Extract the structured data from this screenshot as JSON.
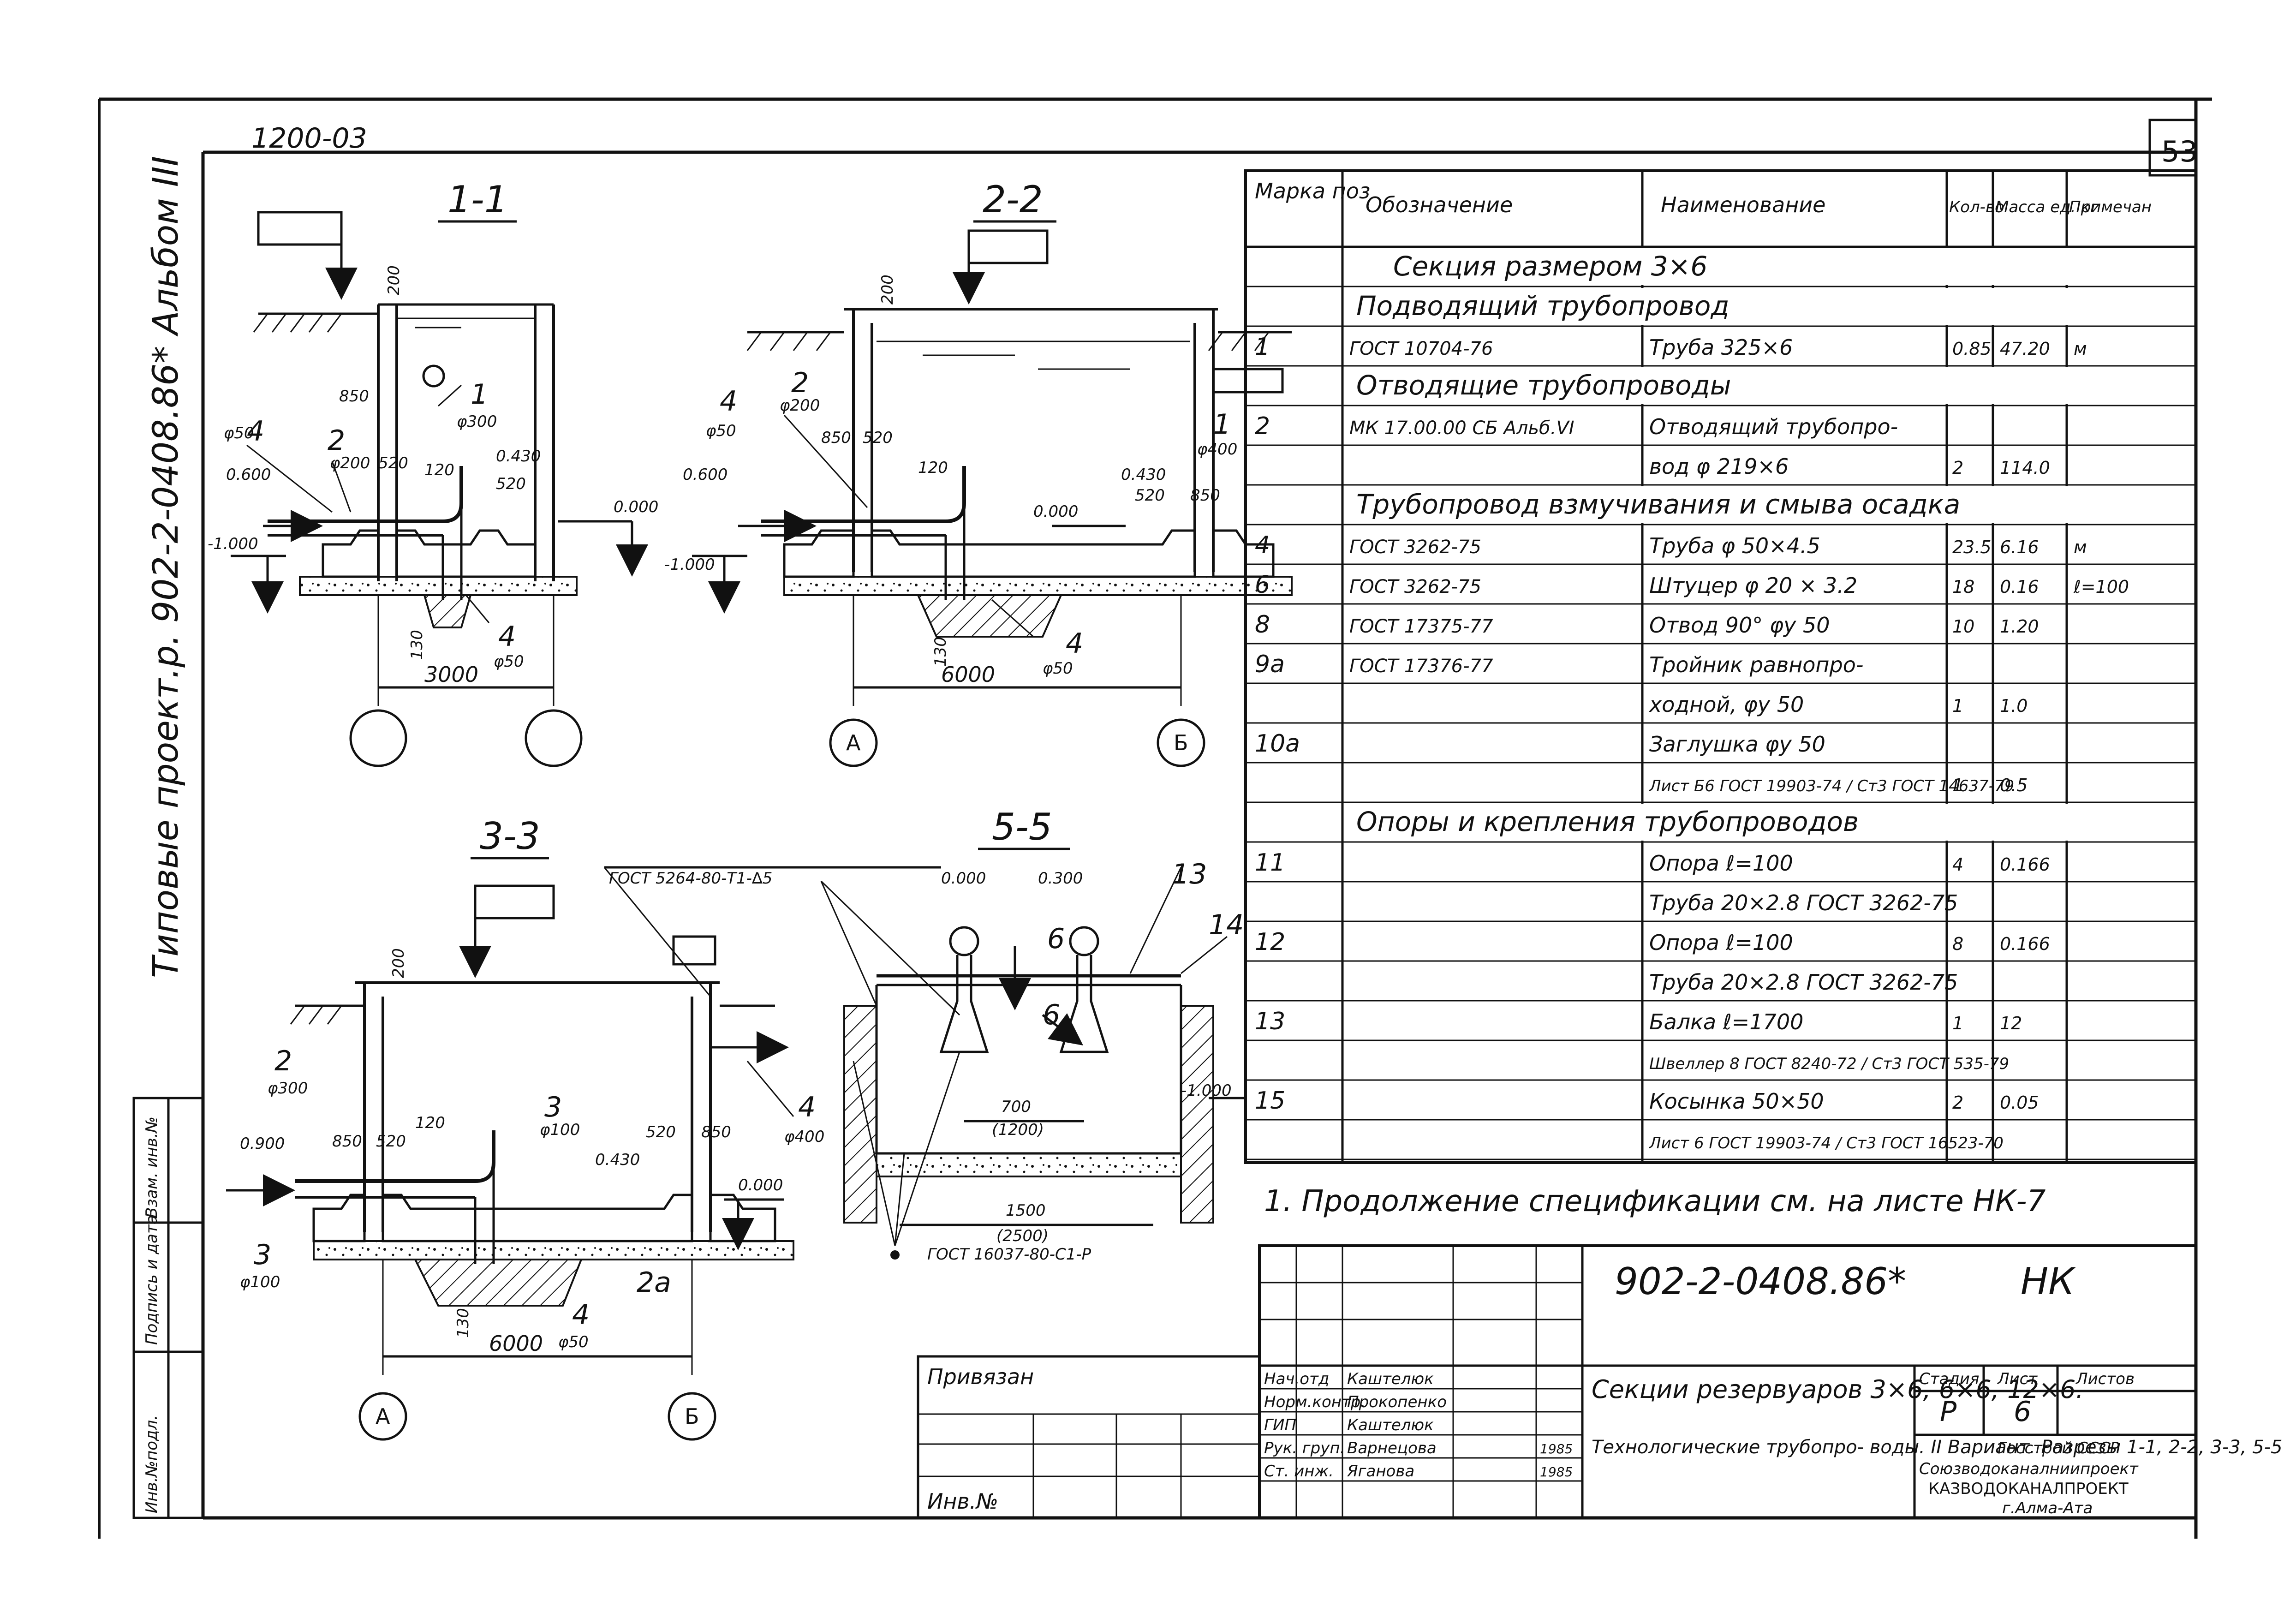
{
  "sheet": {
    "header_code": "1200-03",
    "page_number": "53",
    "side_title": "Типовые проект.р. 902-2-0408.86* Альбом III",
    "left_stamp": [
      "Инв.№подл.",
      "Подпись и дата",
      "Взам. инв.№"
    ]
  },
  "sections": {
    "s1": {
      "title": "1-1",
      "labels": [
        "200",
        "850",
        "1",
        "φ300",
        "4",
        "φ50",
        "2",
        "φ200",
        "520",
        "120",
        "0.430",
        "520",
        "0.600",
        "-1.000",
        "0.000",
        "130",
        "4",
        "φ50",
        "3000"
      ]
    },
    "s2": {
      "title": "2-2",
      "labels": [
        "200",
        "2",
        "φ200",
        "4",
        "φ50",
        "850",
        "520",
        "120",
        "0.430",
        "520",
        "850",
        "1",
        "φ400",
        "0.600",
        "-1.000",
        "0.000",
        "130",
        "4",
        "φ50",
        "6000",
        "А",
        "Б"
      ]
    },
    "s3": {
      "title": "3-3",
      "gost_note": "ГОСТ 5264-80-Т1-∆5",
      "labels": [
        "200",
        "2",
        "φ300",
        "0.900",
        "850",
        "520",
        "120",
        "3",
        "φ100",
        "0.430",
        "520",
        "850",
        "4",
        "φ400",
        "0.000",
        "3",
        "φ100",
        "130",
        "4",
        "φ50",
        "2а",
        "6000",
        "А",
        "Б"
      ]
    },
    "s5": {
      "title": "5-5",
      "labels": [
        "0.000",
        "0.300",
        "13",
        "14",
        "6",
        "6",
        "700",
        "(1200)",
        "-1.000",
        "1500",
        "(2500)"
      ],
      "gost_note": "ГОСТ 16037-80-С1-Р"
    }
  },
  "spec_table": {
    "headers": [
      "Марка поз",
      "Обозначение",
      "Наименование",
      "Кол-во",
      "Масса ед. кг",
      "Примечан"
    ],
    "rows": [
      {
        "type": "title",
        "text": "Секция размером 3×6"
      },
      {
        "type": "group",
        "text": "Подводящий трубопровод"
      },
      {
        "type": "item",
        "pos": "1",
        "desig": "ГОСТ 10704-76",
        "name": "Труба 325×6",
        "qty": "0.85",
        "mass": "47.20",
        "note": "м"
      },
      {
        "type": "group",
        "text": "Отводящие трубопроводы"
      },
      {
        "type": "item",
        "pos": "2",
        "desig": "МК 17.00.00 СБ Альб.VI",
        "name": "Отводящий трубопро-",
        "qty": "",
        "mass": "",
        "note": ""
      },
      {
        "type": "item",
        "pos": "",
        "desig": "",
        "name": "вод φ 219×6",
        "qty": "2",
        "mass": "114.0",
        "note": ""
      },
      {
        "type": "group",
        "text": "Трубопровод взмучивания и смыва осадка"
      },
      {
        "type": "item",
        "pos": "4",
        "desig": "ГОСТ 3262-75",
        "name": "Труба φ 50×4.5",
        "qty": "23.5",
        "mass": "6.16",
        "note": "м"
      },
      {
        "type": "item",
        "pos": "6",
        "desig": "ГОСТ 3262-75",
        "name": "Штуцер φ 20 × 3.2",
        "qty": "18",
        "mass": "0.16",
        "note": "ℓ=100"
      },
      {
        "type": "item",
        "pos": "8",
        "desig": "ГОСТ 17375-77",
        "name": "Отвод 90° φу 50",
        "qty": "10",
        "mass": "1.20",
        "note": ""
      },
      {
        "type": "item",
        "pos": "9а",
        "desig": "ГОСТ 17376-77",
        "name": "Тройник равнопро-",
        "qty": "",
        "mass": "",
        "note": ""
      },
      {
        "type": "item",
        "pos": "",
        "desig": "",
        "name": "ходной, φу 50",
        "qty": "1",
        "mass": "1.0",
        "note": ""
      },
      {
        "type": "item",
        "pos": "10а",
        "desig": "",
        "name": "Заглушка φу 50",
        "qty": "",
        "mass": "",
        "note": ""
      },
      {
        "type": "item",
        "pos": "",
        "desig": "",
        "name": "Лист Б6 ГОСТ 19903-74 / Ст3 ГОСТ 14637-79",
        "qty": "1",
        "mass": "0.5",
        "note": ""
      },
      {
        "type": "group",
        "text": "Опоры и крепления трубопроводов"
      },
      {
        "type": "item",
        "pos": "11",
        "desig": "",
        "name": "Опора ℓ=100",
        "qty": "4",
        "mass": "0.166",
        "note": ""
      },
      {
        "type": "item",
        "pos": "",
        "desig": "",
        "name": "Труба 20×2.8 ГОСТ 3262-75",
        "qty": "",
        "mass": "",
        "note": ""
      },
      {
        "type": "item",
        "pos": "12",
        "desig": "",
        "name": "Опора ℓ=100",
        "qty": "8",
        "mass": "0.166",
        "note": ""
      },
      {
        "type": "item",
        "pos": "",
        "desig": "",
        "name": "Труба 20×2.8 ГОСТ 3262-75",
        "qty": "",
        "mass": "",
        "note": ""
      },
      {
        "type": "item",
        "pos": "13",
        "desig": "",
        "name": "Балка ℓ=1700",
        "qty": "1",
        "mass": "12",
        "note": ""
      },
      {
        "type": "item",
        "pos": "",
        "desig": "",
        "name": "Швеллер 8 ГОСТ 8240-72 / Ст3 ГОСТ 535-79",
        "qty": "",
        "mass": "",
        "note": ""
      },
      {
        "type": "item",
        "pos": "15",
        "desig": "",
        "name": "Косынка 50×50",
        "qty": "2",
        "mass": "0.05",
        "note": ""
      },
      {
        "type": "item",
        "pos": "",
        "desig": "",
        "name": "Лист 6 ГОСТ 19903-74 / Ст3 ГОСТ 16523-70",
        "qty": "",
        "mass": "",
        "note": ""
      }
    ],
    "footnote": "1. Продолжение спецификации см. на листе НК-7"
  },
  "title_block": {
    "doc_code": "902-2-0408.86*",
    "sheet_mark": "НК",
    "privyazan": "Привязан",
    "inv": "Инв.№",
    "roles": [
      {
        "role": "Нач.отд",
        "name": "Каштелюк",
        "date": ""
      },
      {
        "role": "Норм.контр.",
        "name": "Прокопенко",
        "date": ""
      },
      {
        "role": "ГИП",
        "name": "Каштелюк",
        "date": ""
      },
      {
        "role": "Рук. груп.",
        "name": "Варнецова",
        "date": "1985"
      },
      {
        "role": "Ст. инж.",
        "name": "Яганова",
        "date": "1985"
      }
    ],
    "title1": "Секции резервуаров 3×6, 6×6, 12×6.",
    "title2": "Технологические трубопро- воды. II Вариант. Разрезы 1-1, 2-2, 3-3, 5-5",
    "stage_head": "Стадия",
    "sheet_head": "Лист",
    "sheets_head": "Листов",
    "stage": "Р",
    "sheet": "6",
    "org": [
      "Госстрой СССР",
      "Союзводоканалниипроект",
      "КАЗВОДОКАНАЛПРОЕКТ",
      "г.Алма-Ата"
    ]
  }
}
